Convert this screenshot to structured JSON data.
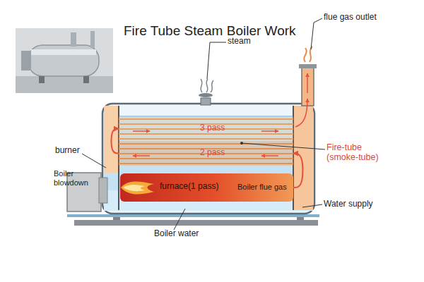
{
  "diagram": {
    "title": "Fire Tube Steam Boiler Work",
    "nodes": [
      {
        "text": [
          "3 pass"
        ]
      },
      {
        "text": [
          "2 pass"
        ]
      },
      {
        "text": [
          "furnace(1 pass)",
          "Boiler flue gas"
        ]
      }
    ],
    "edges": [
      {
        "from": 2,
        "to": 1,
        "arrow": "to"
      },
      {
        "from": 1,
        "to": 0,
        "arrow": "to"
      }
    ],
    "labels": [
      "steam",
      "flue gas outlet",
      "burner",
      "Boiler blowdown",
      "Fire-tube (smoke-tube)",
      "Water supply",
      "Boiler water"
    ]
  }
}
